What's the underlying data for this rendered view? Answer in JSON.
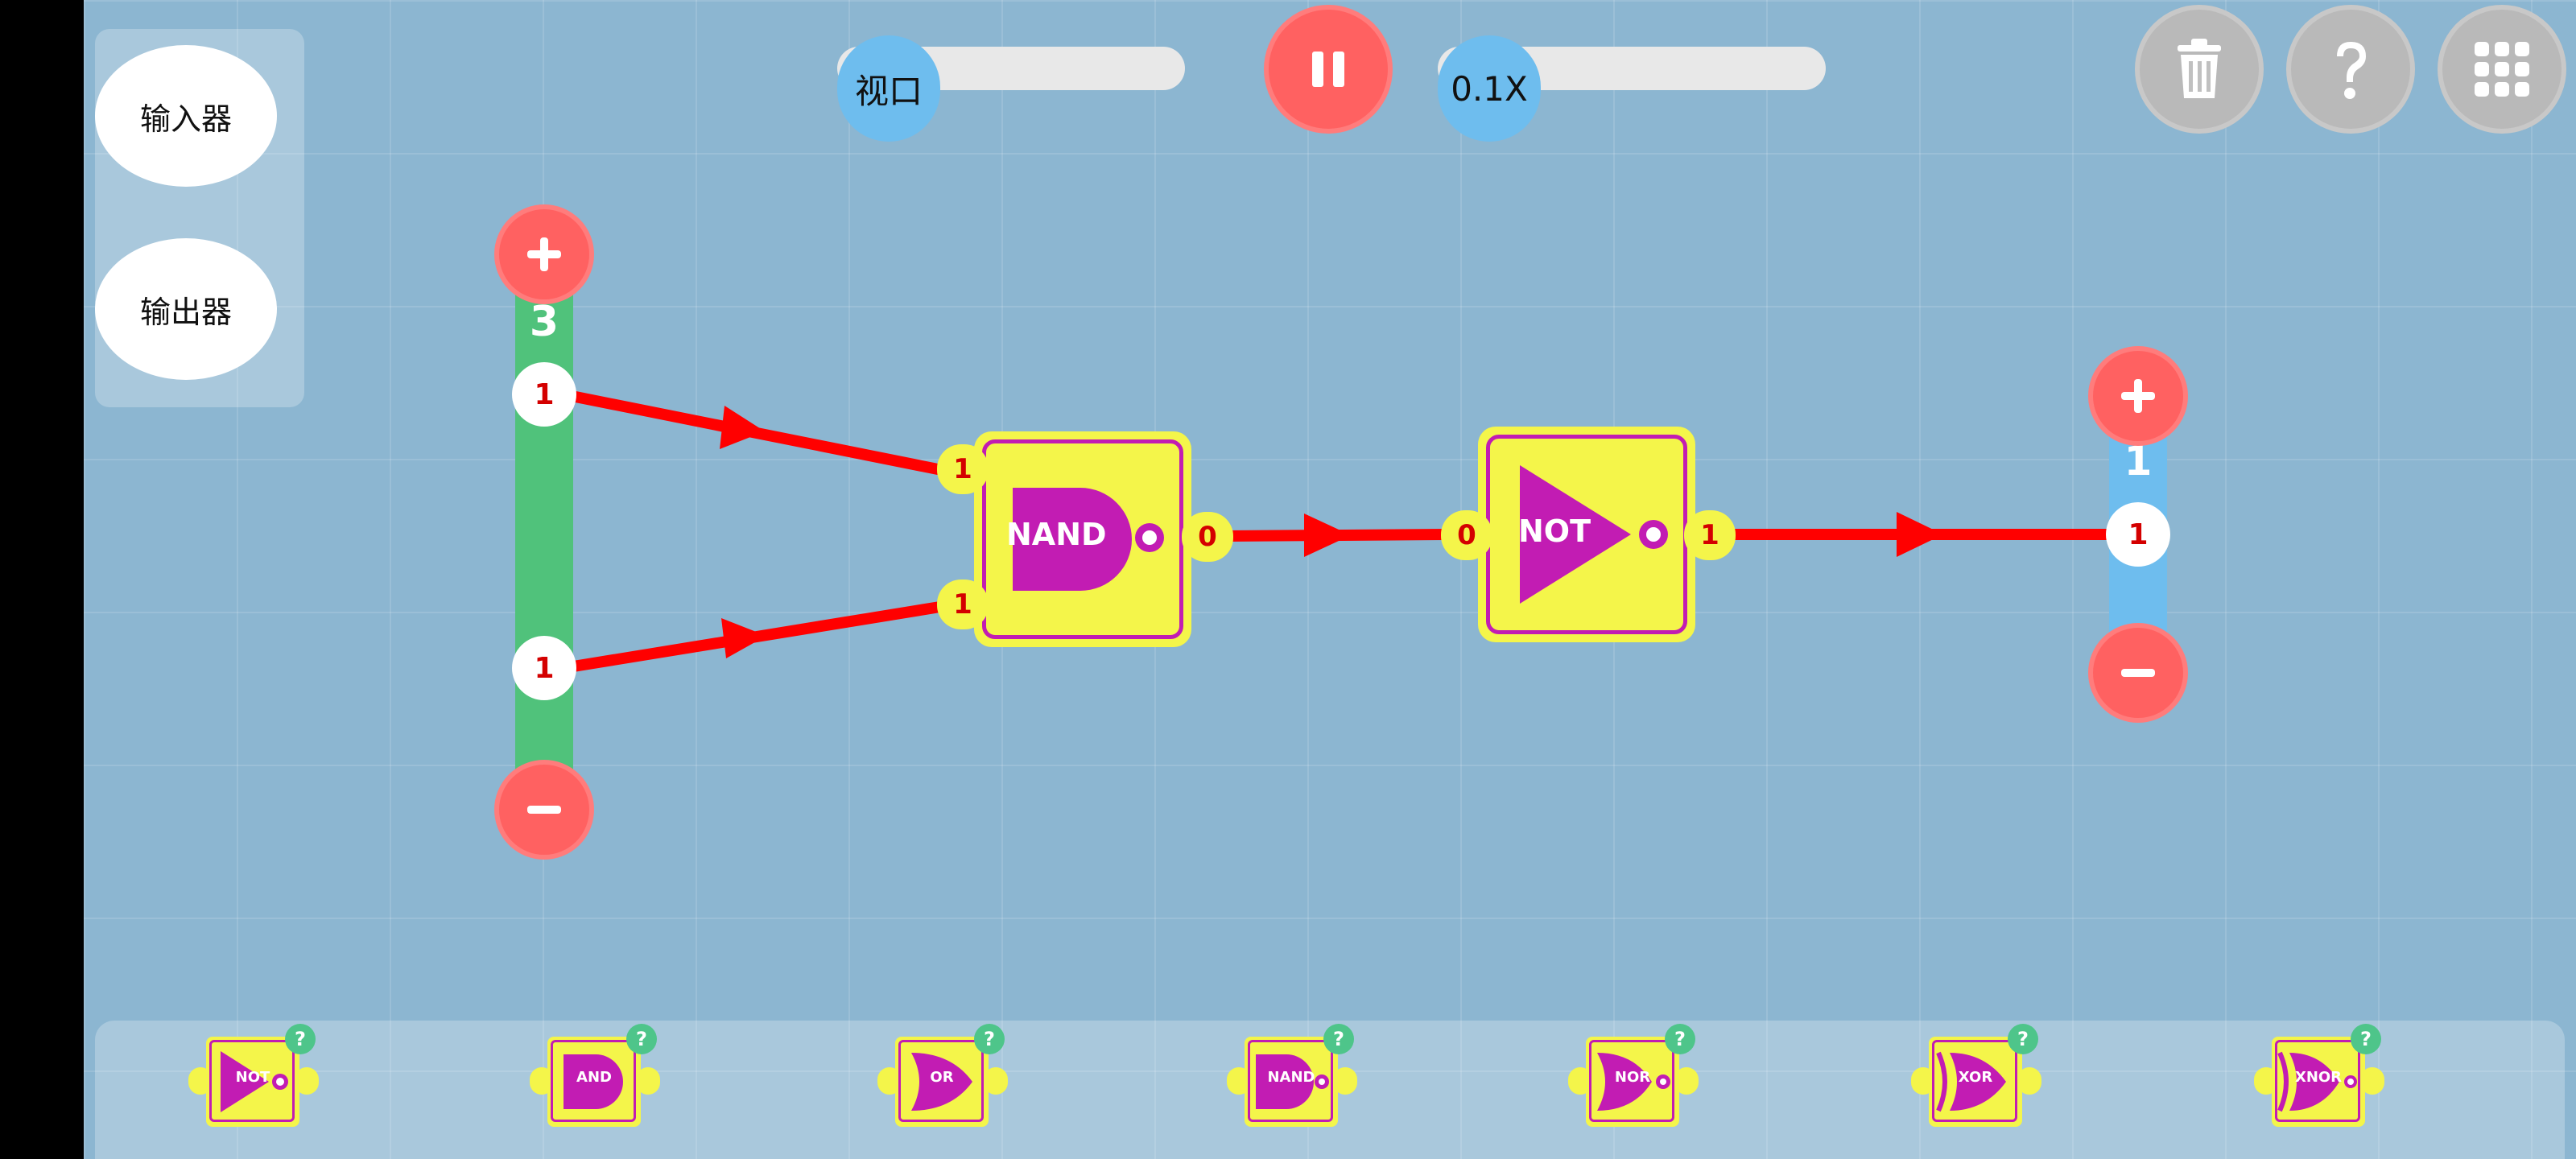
{
  "sidebar": {
    "input_label": "输入器",
    "output_label": "输出器"
  },
  "toolbar": {
    "viewport_label": "视口",
    "viewport_level": 0.0,
    "speed_label": "0.1X",
    "speed_level": 0.0
  },
  "input_block": {
    "count": "3",
    "pins": [
      "1",
      "1"
    ]
  },
  "output_block": {
    "count": "1",
    "pin": "1"
  },
  "gates": [
    {
      "type": "NAND",
      "inputs": [
        "1",
        "1"
      ],
      "output": "0"
    },
    {
      "type": "NOT",
      "input": "0",
      "output": "1"
    }
  ],
  "palette": [
    "NOT",
    "AND",
    "OR",
    "NAND",
    "NOR",
    "XOR",
    "XNOR"
  ],
  "palette_help": "?",
  "colors": {
    "background": "#8cb6d1",
    "wire": "#ff0000",
    "gate_body": "#f4f54a",
    "gate_symbol": "#c21cb3",
    "input_bar": "#50c27b",
    "output_bar": "#6ebdee",
    "button_red": "#ff6161"
  },
  "icons": [
    "pause-icon",
    "trash-icon",
    "help-icon",
    "grid-menu-icon",
    "plus-icon",
    "minus-icon"
  ]
}
